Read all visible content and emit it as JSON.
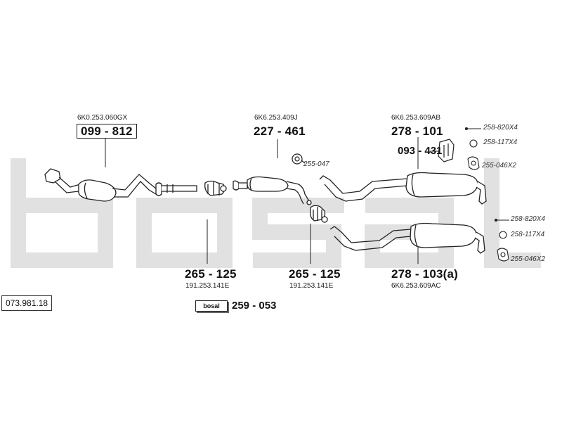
{
  "reference": "073.981.18",
  "watermark": "bosal",
  "brand_tag": "bosal",
  "parts": [
    {
      "id": "catalytic-converter",
      "oem": "6K0.253.060GX",
      "number": "099 - 812"
    },
    {
      "id": "front-pipe-clamp-left",
      "oem": "191.253.141E",
      "number": "265 - 125"
    },
    {
      "id": "middle-silencer",
      "oem": "6K6.253.409J",
      "number": "227 - 461"
    },
    {
      "id": "front-pipe-clamp-right",
      "oem": "191.253.141E",
      "number": "265 - 125"
    },
    {
      "id": "rear-silencer-a",
      "oem": "6K6.253.609AB",
      "number": "278 - 101"
    },
    {
      "id": "rear-silencer-b",
      "oem": "6K6.253.609AC",
      "number": "278 - 103(a)"
    },
    {
      "id": "mounting-bracket",
      "number": "093 - 431"
    },
    {
      "id": "assembly-kit",
      "number": "259 - 053"
    }
  ],
  "accessories": {
    "hanger_middle": "255-047",
    "rear_a": [
      "258-820X4",
      "258-117X4",
      "255-046X2"
    ],
    "rear_b": [
      "258-820X4",
      "258-117X4",
      "255-046X2"
    ]
  }
}
